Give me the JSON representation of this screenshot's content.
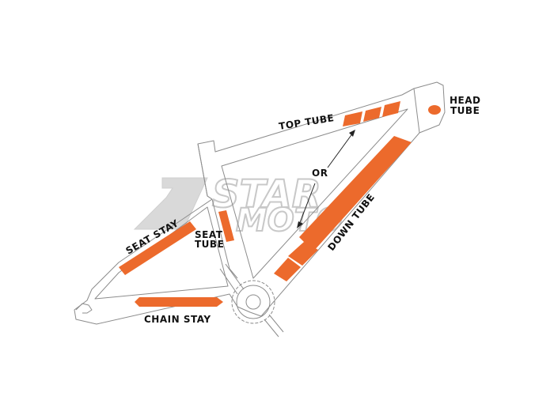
{
  "labels": {
    "head_tube_1": "HEAD",
    "head_tube_2": "TUBE",
    "top_tube": "TOP TUBE",
    "or": "OR",
    "seat_stay": "SEAT STAY",
    "seat_tube_1": "SEAT",
    "seat_tube_2": "TUBE",
    "down_tube": "DOWN TUBE",
    "chain_stay": "CHAIN STAY"
  },
  "watermark": {
    "line1": "STAR",
    "line2": "MOTO"
  },
  "colors": {
    "pad": "#ec6a2c",
    "frame": "#8c8c8c",
    "watermark": "#c8c8c8"
  }
}
